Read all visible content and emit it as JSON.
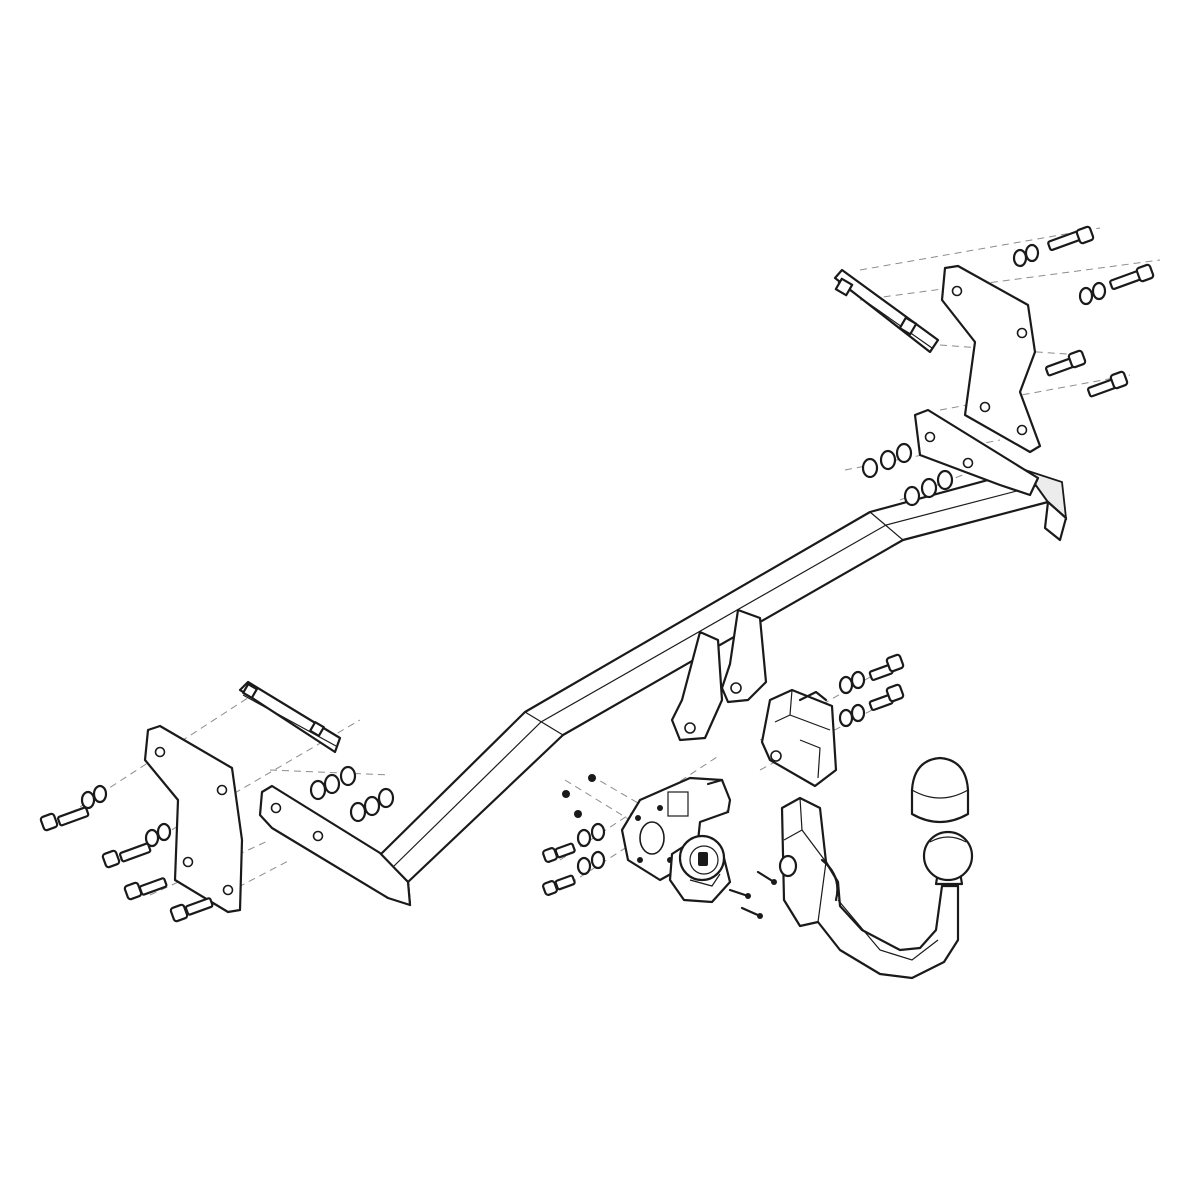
{
  "diagram": {
    "line_color": "#1a1a1a",
    "hidden_line_color": "#8c8c8c",
    "background": "#ffffff",
    "components": [
      "crossbar",
      "right-mounting-bracket",
      "right-side-plate",
      "right-nut-plate",
      "left-mounting-bracket",
      "left-side-plate",
      "left-nut-plate",
      "tow-ball-receiver",
      "towing-neck",
      "tow-ball",
      "tow-ball-cap",
      "socket-bracket",
      "electrical-socket"
    ]
  }
}
